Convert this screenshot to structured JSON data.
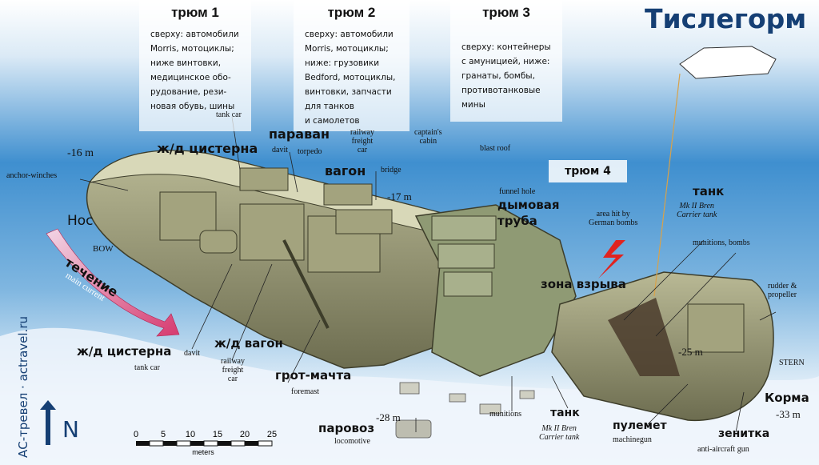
{
  "title": "Тислегорм",
  "watermark": "АС-тревел · actravel.ru",
  "compass": {
    "label": "N",
    "icon": "north-arrow-icon"
  },
  "holds": [
    {
      "title": "трюм 1",
      "text": "сверху: автомобили\nMorris, мотоциклы;\nниже винтовки,\nмедицинское обо-\nрудование, рези-\nновая обувь, шины"
    },
    {
      "title": "трюм 2",
      "text": "сверху: автомобили\nMorris, мотоциклы;\nниже: грузовики\nBedford, мотоциклы,\nвинтовки, запчасти\nдля танков\nи самолетов"
    },
    {
      "title": "трюм 3",
      "text": "сверху: контейнеры\nс амуницией, ниже:\nгранаты, бомбы,\nпротивотанковые\nмины"
    }
  ],
  "hold4": "трюм 4",
  "labels": {
    "depth_bow": "-16 m",
    "anchor_winches": "anchor-winches",
    "bow_ru": "Нос",
    "bow_en": "BOW",
    "current_ru": "течение",
    "current_en": "main current",
    "tank_car_top_en": "tank car",
    "tank_car_top_ru": "ж/д цистерна",
    "paravan_ru": "параван",
    "davit_top": "davit",
    "torpedo": "torpedo",
    "railway_top_en": "railway\nfreight\ncar",
    "wagon_top_ru": "вагон",
    "bridge": "bridge",
    "depth_bridge": "-17 m",
    "captains_cabin": "captain's\ncabin",
    "blast_roof": "blast roof",
    "funnel_en": "funnel hole",
    "funnel_ru": "дымовая\nтруба",
    "area_hit": "area hit by\nGerman bombs",
    "blast_zone_ru": "зона взрыва",
    "tank_top_ru": "танк",
    "tank_top_en": "Mk II Bren\nCarrier tank",
    "munitions_bombs": "munitions, bombs",
    "rudder": "rudder &\npropeller",
    "depth_stern": "-25 m",
    "stern_en": "STERN",
    "stern_ru": "Корма",
    "depth_stern2": "-33 m",
    "tank_car_bottom_ru": "ж/д цистерна",
    "tank_car_bottom_en": "tank car",
    "davit_bottom": "davit",
    "wagon_bottom_ru": "ж/д вагон",
    "railway_bottom_en": "railway\nfreight\ncar",
    "foremast_ru": "грот-мачта",
    "foremast_en": "foremast",
    "depth_loco": "-28 m",
    "loco_ru": "паровоз",
    "loco_en": "locomotive",
    "munitions": "munitions",
    "tank_bottom_ru": "танк",
    "tank_bottom_en": "Mk II Bren\nCarrier tank",
    "mg_ru": "пулемет",
    "mg_en": "machinegun",
    "aa_ru": "зенитка",
    "aa_en": "anti-aircraft gun"
  },
  "scale": {
    "ticks": [
      "0",
      "5",
      "10",
      "15",
      "20",
      "25"
    ],
    "unit": "meters"
  },
  "colors": {
    "sea": "#3f8fcf",
    "sand": "#eaf3fa",
    "title": "#153f74",
    "hull": "#8f8f6a",
    "arrow": "#d63a6f",
    "bomb": "#e0231f"
  }
}
